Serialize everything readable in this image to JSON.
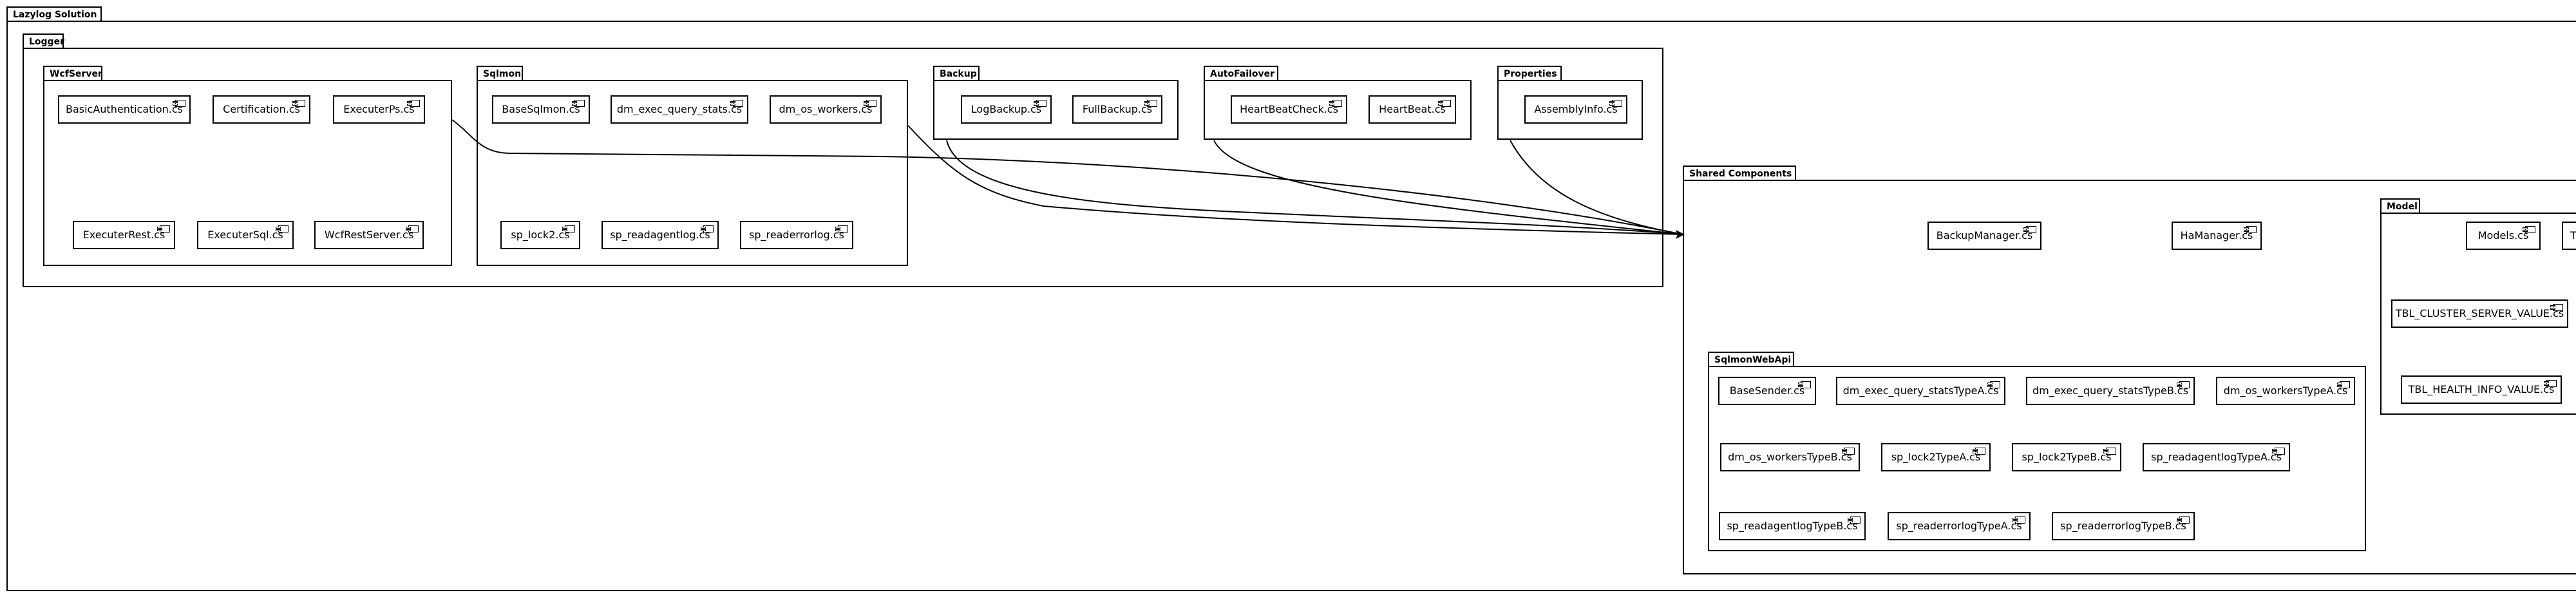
{
  "root": {
    "title": "Lazylog Solution"
  },
  "logger": {
    "title": "Logger",
    "wcfserver": {
      "title": "WcfServer",
      "components": [
        "BasicAuthentication.cs",
        "Certification.cs",
        "ExecuterPs.cs",
        "ExecuterRest.cs",
        "ExecuterSql.cs",
        "WcfRestServer.cs"
      ]
    },
    "sqlmon": {
      "title": "Sqlmon",
      "components": [
        "BaseSqlmon.cs",
        "dm_exec_query_stats.cs",
        "dm_os_workers.cs",
        "sp_lock2.cs",
        "sp_readagentlog.cs",
        "sp_readerrorlog.cs"
      ]
    },
    "backup": {
      "title": "Backup",
      "components": [
        "LogBackup.cs",
        "FullBackup.cs"
      ]
    },
    "autofailover": {
      "title": "AutoFailover",
      "components": [
        "HeartBeatCheck.cs",
        "HeartBeat.cs"
      ]
    },
    "properties": {
      "title": "Properties",
      "components": [
        "AssemblyInfo.cs"
      ]
    }
  },
  "shared": {
    "title": "Shared Components",
    "components": [
      "BackupManager.cs",
      "HaManager.cs"
    ],
    "model": {
      "title": "Model",
      "components": [
        "Models.cs",
        "T",
        "TBL_CLUSTER_SERVER_VALUE.cs",
        "TBL_HEALTH_INFO_VALUE.cs"
      ]
    },
    "sqlmonwebapi": {
      "title": "SqlmonWebApi",
      "components": [
        "BaseSender.cs",
        "dm_exec_query_statsTypeA.cs",
        "dm_exec_query_statsTypeB.cs",
        "dm_os_workersTypeA.cs",
        "dm_os_workersTypeB.cs",
        "sp_lock2TypeA.cs",
        "sp_lock2TypeB.cs",
        "sp_readagentlogTypeA.cs",
        "sp_readagentlogTypeB.cs",
        "sp_readerrorlogTypeA.cs",
        "sp_readerrorlogTypeB.cs"
      ]
    }
  }
}
